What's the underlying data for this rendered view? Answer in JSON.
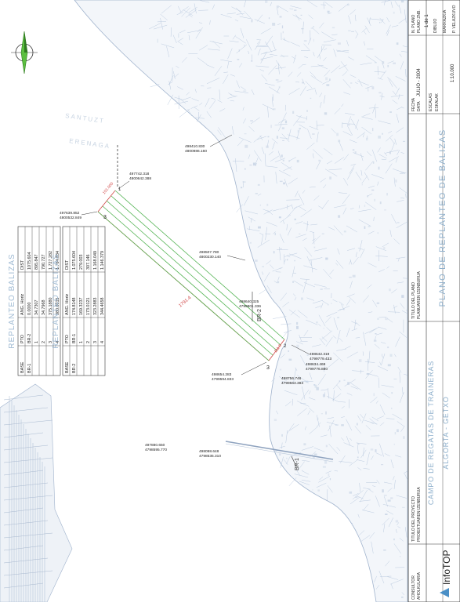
{
  "colors": {
    "map_lines": "#b6c6dc",
    "map_dense": "#94a8c6",
    "course": "#52b352",
    "survey": "#d14747",
    "ink": "#1a1a1a",
    "title_blue": "#8fb0cc",
    "table_title": "#9fbad3"
  },
  "map_labels": {
    "area_1": "SANTUZT",
    "area_2": "ERENAGA"
  },
  "buoys": [
    {
      "id": "b1",
      "e": "498410.830",
      "n": "4800986.160"
    },
    {
      "id": "b2",
      "e": "497742.318",
      "n": "4800642.388"
    },
    {
      "id": "b3",
      "e": "497639.852",
      "n": "4800532.849"
    },
    {
      "id": "b4",
      "e": "498507.780",
      "n": "4800230.140"
    },
    {
      "id": "b5",
      "e": "498640.325",
      "n": "4799801.336"
    },
    {
      "id": "b6",
      "e": "498642.319",
      "n": "4799779.433"
    },
    {
      "id": "b7",
      "e": "498634.469",
      "n": "4799776.880"
    },
    {
      "id": "b8",
      "e": "498654.283",
      "n": "4799594.833"
    },
    {
      "id": "b9",
      "e": "498756.746",
      "n": "4799563.383"
    },
    {
      "id": "b10",
      "e": "497880.650",
      "n": "4798595.770"
    },
    {
      "id": "b11",
      "e": "498098.648",
      "n": "4798535.310"
    }
  ],
  "stations": {
    "br1": "BR-1",
    "br2": "BR-2"
  },
  "points": {
    "p1": "1",
    "p2": "2",
    "p3": "3"
  },
  "distances": {
    "course_length": "1791.4",
    "start_width": "101.000",
    "end_width": "111.8"
  },
  "table": {
    "title": "REPLANTEO BALIZAS",
    "headers": [
      "BASE",
      "PTO",
      "ANG. Horiz",
      "DIST"
    ],
    "block1": [
      [
        "BR-1",
        "BR-2",
        "0.0000",
        "1075.604"
      ],
      [
        "",
        "1",
        "34.7307",
        "895.847"
      ],
      [
        "",
        "2",
        "34.7968",
        "790.727"
      ],
      [
        "",
        "3",
        "375.1880",
        "1.727.282"
      ],
      [
        "",
        "4",
        "380.0015",
        "1.764.834"
      ]
    ],
    "block2": [
      [
        "BR-2",
        "BR-1",
        "174.8148",
        "1.075.604"
      ],
      [
        "",
        "1",
        "169.3237",
        "279.003"
      ],
      [
        "",
        "2",
        "173.0121",
        "307.146"
      ],
      [
        "",
        "3",
        "323.2883",
        "1.168.049"
      ],
      [
        "",
        "4",
        "344.4658",
        "1.146.379"
      ]
    ]
  },
  "titleblock": {
    "consultor_label": "CONSULTOR",
    "consultor_sub": "AHOLKULARIA",
    "company": "InfoTOP",
    "proyecto_label": "TITULO DEL PROYECTO",
    "proyecto_sub": "PROIEKTUAREN IZENBURUA",
    "proyecto_line1": "CAMPO DE REGATAS DE TRAINERAS",
    "proyecto_line2": "ALGORTA - GETXO",
    "plano_label": "TITULO DEL PLANO",
    "plano_sub": "PLANUAREN IZENBURUA",
    "plano_title": "PLANO DE REPLANTEO DE BALIZAS",
    "escalas_label": "ESCALAS",
    "escalas_sub": "ESKALAK",
    "scale": "1:10.000",
    "fecha_label": "FECHA",
    "fecha_sub": "DATA",
    "fecha_value": "JULIO - 2004",
    "plano_no_label": "N. PLANO",
    "plano_no_sub": "PLANO ZNB.",
    "plano_no_value": "1 de 1",
    "dibujo_label": "DIBUJO",
    "dibujo_sub": "MARRAZKIA",
    "dibujo_value": "P. VELAZKUVO"
  }
}
